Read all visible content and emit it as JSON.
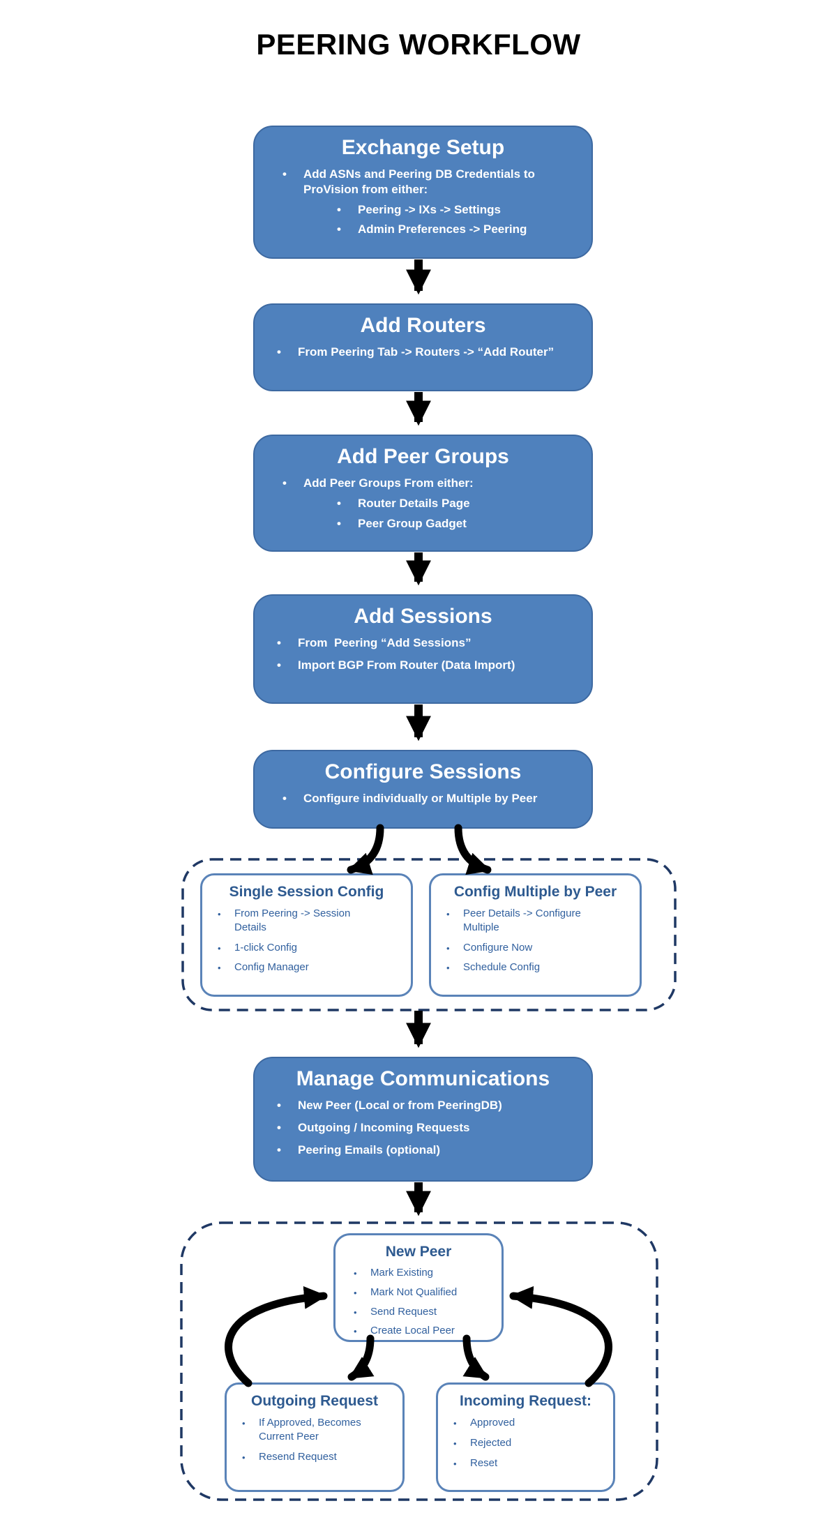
{
  "page_title": "PEERING WORKFLOW",
  "colors": {
    "flow_box_fill": "#4f81bd",
    "flow_box_border": "#3d69a1",
    "flow_box_text": "#ffffff",
    "outline_box_border": "#5a83b8",
    "outline_box_text": "#2e5a90",
    "dashed_border": "#1f3864",
    "arrow": "#000000",
    "title_text": "#000000",
    "background": "#ffffff"
  },
  "boxes": {
    "exchange_setup": {
      "title": "Exchange Setup",
      "bullet": "Add ASNs and Peering DB Credentials to ProVision from either:",
      "sub_bullets": [
        "Peering -> IXs -> Settings",
        "Admin Preferences -> Peering"
      ]
    },
    "add_routers": {
      "title": "Add Routers",
      "bullets": [
        "From Peering Tab -> Routers -> “Add Router”"
      ]
    },
    "add_peer_groups": {
      "title": "Add Peer Groups",
      "bullet": "Add Peer Groups From either:",
      "sub_bullets": [
        "Router Details Page",
        "Peer Group Gadget"
      ]
    },
    "add_sessions": {
      "title": "Add Sessions",
      "bullets": [
        "From  Peering “Add Sessions”",
        "Import BGP From Router (Data Import)"
      ]
    },
    "configure_sessions": {
      "title": "Configure Sessions",
      "bullets": [
        "Configure individually or Multiple by Peer"
      ]
    },
    "single_session_config": {
      "title": "Single Session Config",
      "bullets": [
        "From Peering -> Session Details",
        "1-click Config",
        "Config Manager"
      ]
    },
    "config_multiple_by_peer": {
      "title": "Config Multiple by Peer",
      "bullets": [
        "Peer Details -> Configure Multiple",
        "Configure Now",
        "Schedule Config"
      ]
    },
    "manage_communications": {
      "title": "Manage Communications",
      "bullets": [
        "New Peer (Local or from PeeringDB)",
        "Outgoing / Incoming Requests",
        "Peering Emails (optional)"
      ]
    },
    "new_peer": {
      "title": "New Peer",
      "bullets": [
        "Mark Existing",
        "Mark Not Qualified",
        "Send Request",
        "Create Local Peer"
      ]
    },
    "outgoing_request": {
      "title": "Outgoing Request",
      "bullets": [
        "If Approved, Becomes Current Peer",
        "Resend Request"
      ]
    },
    "incoming_request": {
      "title": "Incoming Request:",
      "bullets": [
        "Approved",
        "Rejected",
        "Reset"
      ]
    }
  },
  "bullet_glyph": "•"
}
